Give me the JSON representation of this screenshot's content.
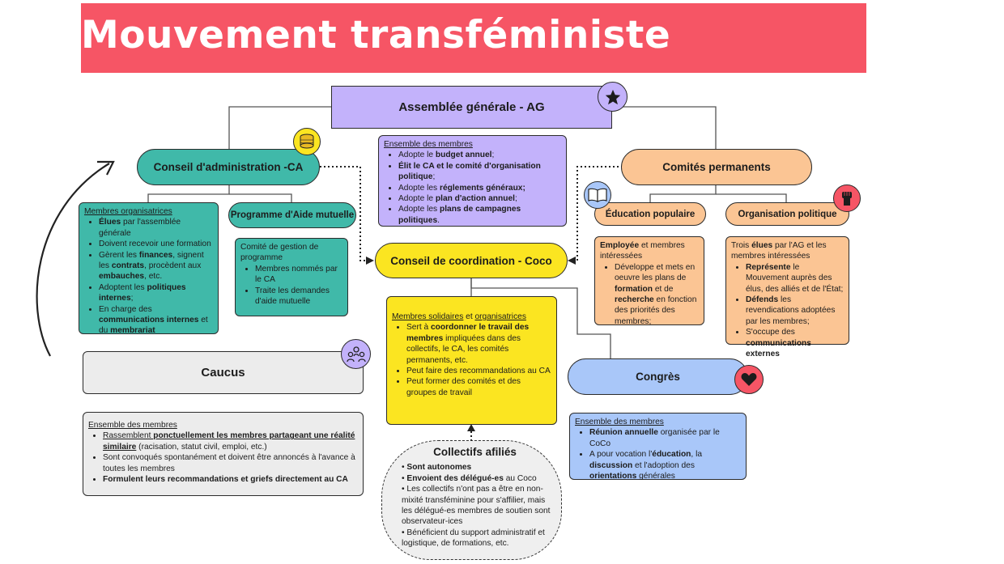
{
  "title": "Mouvement transféministe",
  "ag": {
    "title": "Assemblée générale - AG",
    "heading": "Ensemble des membres",
    "items": [
      [
        "Adopte le ",
        "budget annuel",
        ";"
      ],
      [
        "",
        "Élit le CA et le comité d'organisation politique",
        ";"
      ],
      [
        "Adopte les ",
        "réglements généraux;",
        ""
      ],
      [
        "Adopte le ",
        "plan d'action annuel",
        ";"
      ],
      [
        "Adopte les ",
        "plans de campagnes politiques",
        "."
      ]
    ]
  },
  "ca": {
    "title": "Conseil d'administration -CA",
    "heading": "Membres organisatrices",
    "items": [
      [
        "",
        "Élues",
        " par l'assemblée générale"
      ],
      [
        "Doivent recevoir une formation",
        "",
        ""
      ],
      [
        "Gèrent les ",
        "finances",
        ", signent les "
      ],
      [
        "",
        "contrats",
        ", procèdent aux "
      ],
      [
        "",
        "embauches",
        ", etc."
      ],
      [
        "Adoptent les ",
        "politiques internes",
        ";"
      ],
      [
        "En charge des ",
        "communications internes",
        " et du "
      ],
      [
        "",
        "membrariat",
        ""
      ]
    ]
  },
  "pam": {
    "title": "Programme d'Aide mutuelle",
    "intro": "Comité de gestion de programme",
    "items": [
      "Membres nommés par le CA",
      "Traite les demandes d'aide mutuelle"
    ]
  },
  "coco": {
    "title": "Conseil de coordination - Coco",
    "heading_a": "Membres solidaires",
    "heading_mid": " et ",
    "heading_b": "organisatrices",
    "items": [
      [
        "Sert à ",
        "coordonner le travail des membres",
        " impliquées dans des collectifs, le CA, les comités permanents, etc."
      ],
      [
        "Peut faire des recommandations au CA",
        "",
        ""
      ],
      [
        "Peut former des comités et des groupes de travail",
        "",
        ""
      ]
    ]
  },
  "comites": {
    "title": "Comités permanents",
    "edu": {
      "title": "Éducation populaire",
      "intro_b": "Employée",
      "intro": " et membres intéressées",
      "items": [
        [
          "Développe et mets en oeuvre les plans de ",
          "formation",
          " et de "
        ],
        [
          "",
          "recherche",
          " en fonction des priorités des membres;"
        ]
      ]
    },
    "org": {
      "title": "Organisation politique",
      "intro_a": "Trois ",
      "intro_b": "élues",
      "intro": " par l'AG et les membres intéressées",
      "items": [
        [
          "",
          "Représente",
          " le Mouvement auprès des élus, des alliés et de l'État;"
        ],
        [
          "",
          "Défends",
          " les revendications adoptées par les membres;"
        ],
        [
          "S'occupe des ",
          "communications externes",
          ""
        ]
      ]
    }
  },
  "caucus": {
    "title": "Caucus",
    "heading": "Ensemble des membres",
    "items": [
      [
        "Rassemblent ",
        "ponctuellement les membres partageant une réalité similaire",
        " (racisation, statut civil, emploi, etc.)"
      ],
      [
        "Sont convoqués spontanément et doivent être annoncés à l'avance à toutes les membres",
        "",
        ""
      ],
      [
        "",
        "Formulent leurs recommandations et griefs directement au CA",
        ""
      ]
    ]
  },
  "congres": {
    "title": "Congrès",
    "heading": "Ensemble des membres",
    "items": [
      [
        "",
        "Réunion annuelle",
        " organisée par le CoCo"
      ],
      [
        "A pour vocation l'",
        "éducation",
        ", la "
      ],
      [
        "",
        "discussion",
        " et l'adoption des "
      ],
      [
        "",
        "orientations",
        " générales"
      ]
    ]
  },
  "collectifs": {
    "title": "Collectifs afiliés",
    "items": [
      [
        "",
        "Sont autonomes",
        ""
      ],
      [
        "",
        "Envoient des délégué-es",
        " au Coco"
      ],
      [
        "Les collectifs n'ont pas a être en non-mixité transféminine pour s'affilier, mais les délégué-es membres de soutien sont observateur-ices",
        "",
        ""
      ],
      [
        "Bénéficient du support administratif et logistique, de formations, etc.",
        "",
        ""
      ]
    ]
  },
  "colors": {
    "banner": "#f65565",
    "ag": "#c3b2fb",
    "ca": "#40b9a9",
    "coco": "#fbe521",
    "comites": "#fbc594",
    "caucus": "#ececec",
    "congres": "#a9c7f9",
    "collectifs": "#efefef"
  },
  "icons": {
    "ag": "star-icon",
    "ca": "coins-icon",
    "caucus": "people-group-icon",
    "edu": "book-icon",
    "org": "raised-fist-icon",
    "congres": "heart-icon"
  }
}
